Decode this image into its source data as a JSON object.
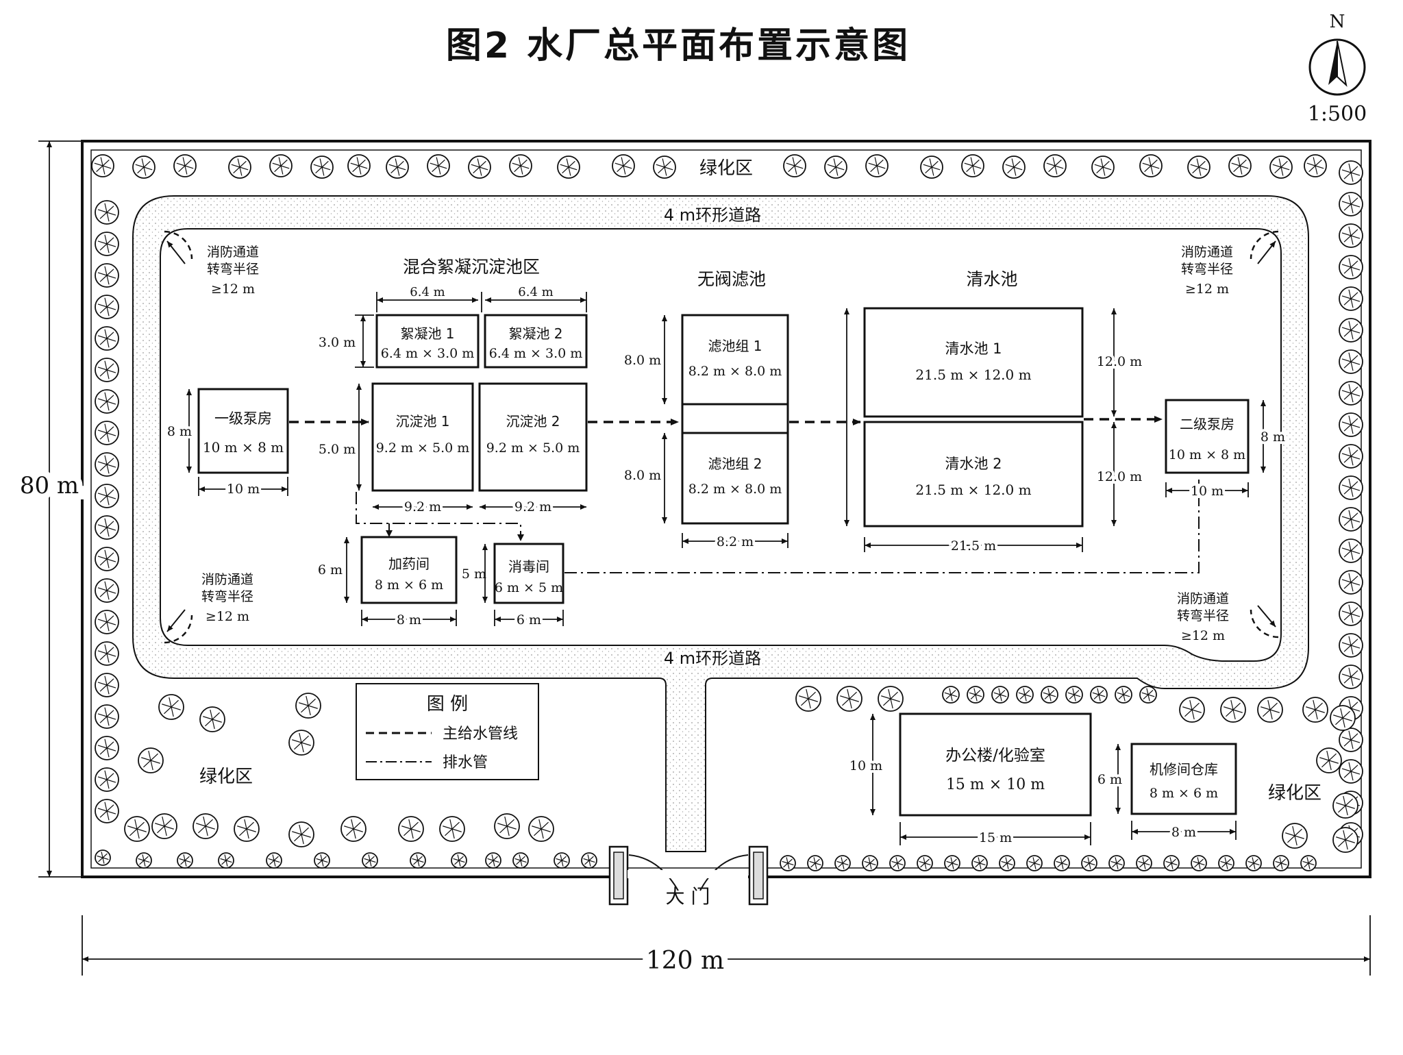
{
  "title": "图2  水厂总平面布置示意图",
  "north": {
    "letter": "N",
    "scale": "1:500"
  },
  "site": {
    "width_label": "120 m",
    "height_label": "80 m"
  },
  "green": {
    "top": "绿化区",
    "bottom_left": "绿化区",
    "bottom_right": "绿化区"
  },
  "road": {
    "top": "4 m环形道路",
    "bottom": "4 m环形道路"
  },
  "fire": {
    "line1": "消防通道",
    "line2": "转弯半径",
    "line3": "≥12 m"
  },
  "sections": {
    "mix": "混合絮凝沉淀池区",
    "filter": "无阀滤池",
    "clear": "清水池"
  },
  "units": {
    "pump1": {
      "name": "一级泵房",
      "size": "10 m × 8 m",
      "w": "10 m",
      "h": "8 m"
    },
    "floc1": {
      "name": "絮凝池 1",
      "size": "6.4 m × 3.0 m"
    },
    "floc2": {
      "name": "絮凝池 2",
      "size": "6.4 m × 3.0 m"
    },
    "floc_w1": "6.4 m",
    "floc_w2": "6.4 m",
    "floc_h": "3.0 m",
    "sed1": {
      "name": "沉淀池 1",
      "size": "9.2 m × 5.0 m"
    },
    "sed2": {
      "name": "沉淀池 2",
      "size": "9.2 m × 5.0 m"
    },
    "sed_w1": "9.2 m",
    "sed_w2": "9.2 m",
    "sed_h": "5.0 m",
    "dosing": {
      "name": "加药间",
      "size": "8 m × 6 m",
      "w": "8 m",
      "h": "6 m"
    },
    "disinfect": {
      "name": "消毒间",
      "size": "6 m × 5 m",
      "w": "6 m",
      "h": "5 m"
    },
    "filter1": {
      "name": "滤池组 1",
      "size": "8.2 m × 8.0 m",
      "h": "8.0 m"
    },
    "filter2": {
      "name": "滤池组 2",
      "size": "8.2 m × 8.0 m",
      "h": "8.0 m"
    },
    "filter_w": "8.2 m",
    "clear1": {
      "name": "清水池 1",
      "size": "21.5 m × 12.0 m",
      "h": "12.0 m"
    },
    "clear2": {
      "name": "清水池 2",
      "size": "21.5 m × 12.0 m",
      "h": "12.0 m"
    },
    "clear_w": "21.5 m",
    "pump2": {
      "name": "二级泵房",
      "size": "10 m × 8 m",
      "w": "10 m",
      "h": "8 m"
    },
    "office": {
      "name": "办公楼/化验室",
      "size": "15 m × 10 m",
      "w": "15 m",
      "h": "10 m"
    },
    "repair": {
      "name": "机修间仓库",
      "size": "8 m × 6 m",
      "w": "8 m",
      "h": "6 m"
    }
  },
  "legend": {
    "title": "图  例",
    "main_pipe": "主给水管线",
    "drain_pipe": "排水管"
  },
  "gate": "大  门",
  "colors": {
    "line": "#111111",
    "road": "#f2f2f2",
    "paper": "#ffffff"
  }
}
